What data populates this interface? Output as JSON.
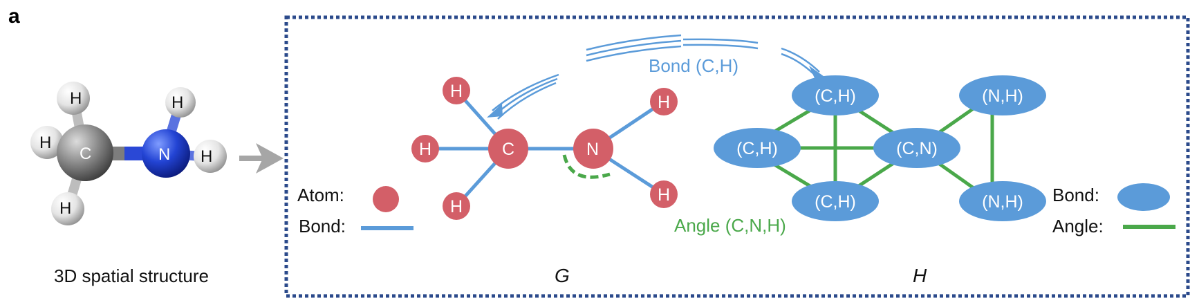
{
  "panel_label": "a",
  "molecule_3d": {
    "caption": "3D spatial structure",
    "atoms": [
      {
        "id": "c",
        "label": "C",
        "element": "carbon",
        "color": "#8a8a8a"
      },
      {
        "id": "n",
        "label": "N",
        "element": "nitrogen",
        "color": "#1f3fd0"
      },
      {
        "id": "h1",
        "label": "H",
        "element": "hydrogen",
        "color": "#e8e8e8"
      },
      {
        "id": "h2",
        "label": "H",
        "element": "hydrogen",
        "color": "#e8e8e8"
      },
      {
        "id": "h3",
        "label": "H",
        "element": "hydrogen",
        "color": "#e8e8e8"
      },
      {
        "id": "h4",
        "label": "H",
        "element": "hydrogen",
        "color": "#e8e8e8"
      },
      {
        "id": "h5",
        "label": "H",
        "element": "hydrogen",
        "color": "#e8e8e8"
      }
    ]
  },
  "graph_g": {
    "label": "G",
    "atoms": {
      "c": "C",
      "n": "N",
      "h_top_left": "H",
      "h_left": "H",
      "h_bottom_left": "H",
      "h_top_right": "H",
      "h_bottom_right": "H"
    },
    "annotation_bond": "Bond (C,H)",
    "annotation_angle": "Angle (C,N,H)"
  },
  "graph_h": {
    "label": "H",
    "nodes": {
      "ch_top": "(C,H)",
      "ch_left": "(C,H)",
      "cn": "(C,N)",
      "ch_bottom": "(C,H)",
      "nh_top": "(N,H)",
      "nh_bottom": "(N,H)"
    }
  },
  "legend": {
    "atom": "Atom:",
    "bond_left": "Bond:",
    "bond_right": "Bond:",
    "angle": "Angle:"
  },
  "colors": {
    "atom": "#d35f68",
    "bond": "#5b9bd9",
    "angle": "#4aa84a",
    "frame": "#2b4a8b",
    "arrow": "#a6a6a6"
  }
}
